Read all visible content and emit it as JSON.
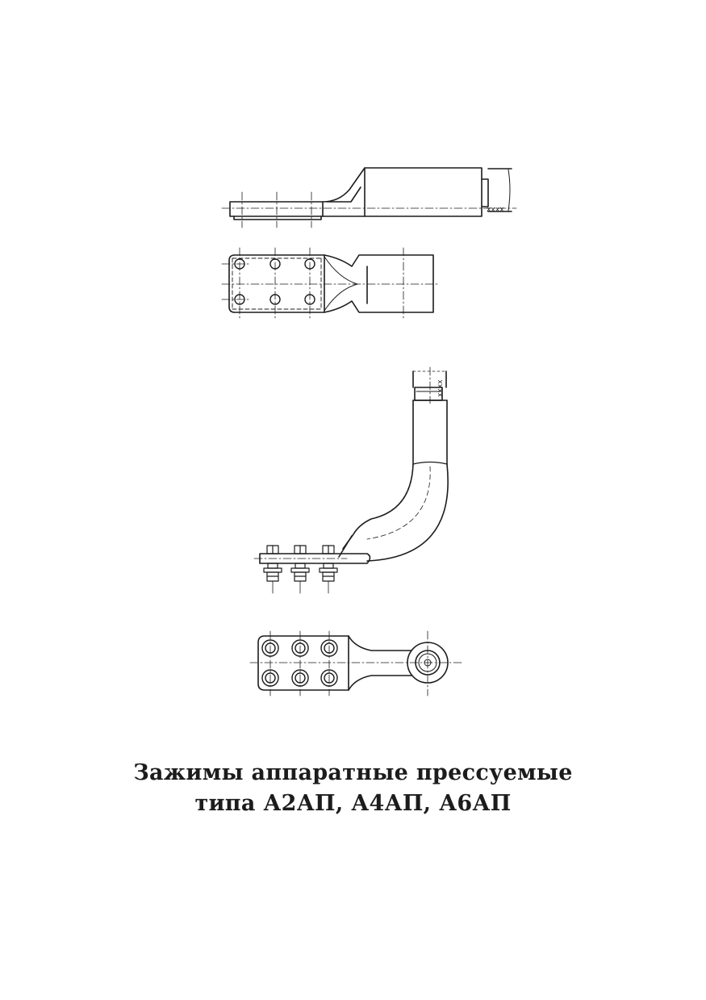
{
  "document": {
    "title_line_1": "Зажимы аппаратные прессуемые",
    "title_line_2": "типа А2АП, А4АП, А6АП",
    "hatch_marks": "xxxx",
    "line_color": "#1c1c1c"
  }
}
